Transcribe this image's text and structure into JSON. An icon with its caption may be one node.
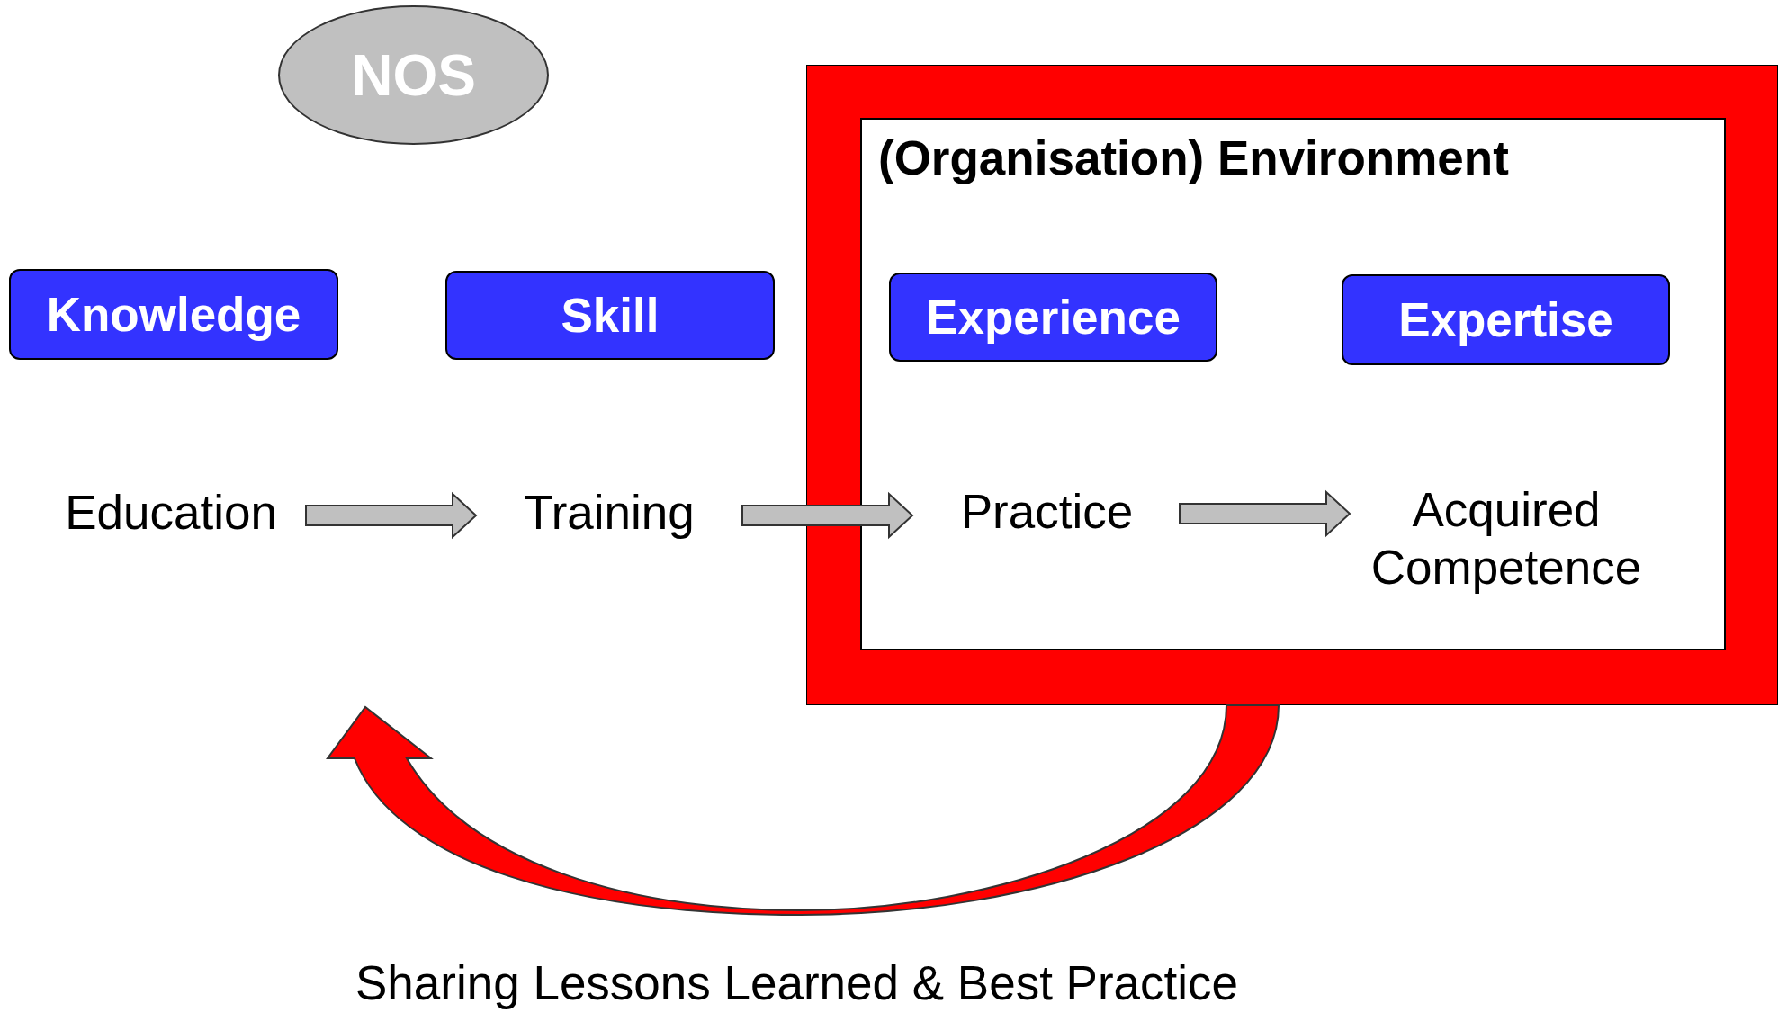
{
  "diagram": {
    "nodes": [
      {
        "text": [
          "NOS"
        ]
      },
      {
        "text": [],
        "shape": "box"
      },
      {
        "text": [
          "(Organisation) Environment"
        ],
        "in": 1
      },
      {
        "text": [
          "Knowledge"
        ]
      },
      {
        "text": [
          "Skill"
        ]
      },
      {
        "text": [
          "Experience"
        ],
        "in": 2
      },
      {
        "text": [
          "Expertise"
        ],
        "in": 2
      },
      {
        "text": [
          "Education"
        ]
      },
      {
        "text": [
          "Training"
        ]
      },
      {
        "text": [
          "Practice"
        ],
        "in": 2
      },
      {
        "text": [
          "Acquired Competence"
        ],
        "in": 2
      }
    ],
    "edges": [
      {
        "from": 7,
        "to": 8,
        "arrow": "to"
      },
      {
        "from": 8,
        "to": 9,
        "arrow": "to"
      },
      {
        "from": 9,
        "to": 10,
        "arrow": "to"
      },
      {
        "from": 1,
        "to": null,
        "arrow": "to",
        "color": "#ff0000"
      }
    ],
    "labels": [
      "Sharing Lessons Learned & Best Practice"
    ]
  }
}
